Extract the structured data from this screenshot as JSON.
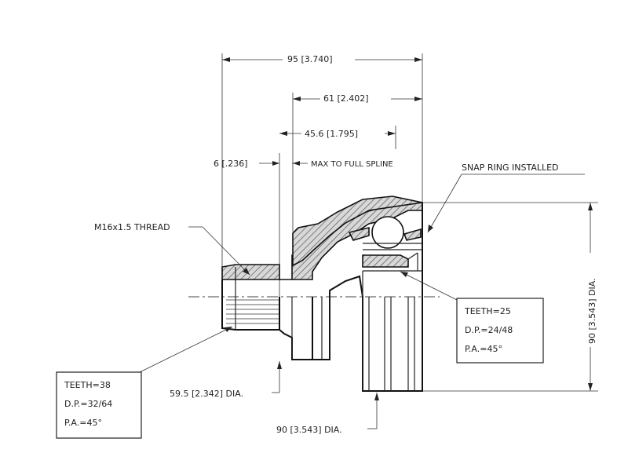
{
  "dimensions": {
    "overall_length": "95 [3.740]",
    "body_length": "61 [2.402]",
    "spline_length": "45.6 [1.795]",
    "stub_length": "6 [.236]",
    "max_to_full_spline": "MAX TO FULL SPLINE",
    "outer_diameter": "90 [3.543] DIA.",
    "shoulder_diameter": "59.5 [2.342] DIA.",
    "body_diameter": "90 [3.543] DIA."
  },
  "callouts": {
    "thread": "M16x1.5 THREAD",
    "snap_ring": "SNAP RING INSTALLED"
  },
  "inner_spline_box": {
    "teeth": "TEETH=25",
    "dp": "D.P.=24/48",
    "pa": "P.A.=45°"
  },
  "outer_spline_box": {
    "teeth": "TEETH=38",
    "dp": "D.P.=32/64",
    "pa": "P.A.=45°"
  }
}
